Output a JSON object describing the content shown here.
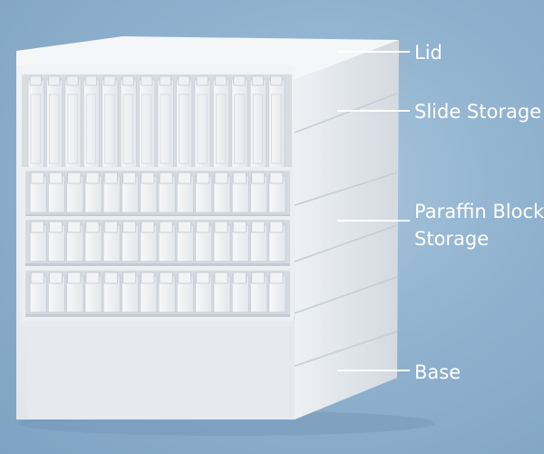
{
  "labels": {
    "lid": "Lid",
    "slide_storage": "Slide Storage",
    "paraffin_line1": "Paraffin Block",
    "paraffin_line2": "Storage",
    "base": "Base"
  },
  "colors": {
    "background": "#8fb2cf",
    "cabinet_front": "#e9ecef",
    "cabinet_side": "#dde2e7",
    "cabinet_top": "#f3f5f7",
    "text": "#ffffff"
  },
  "drawers": {
    "slide_slots": 14,
    "block_slots": 14,
    "block_drawers": 3
  }
}
